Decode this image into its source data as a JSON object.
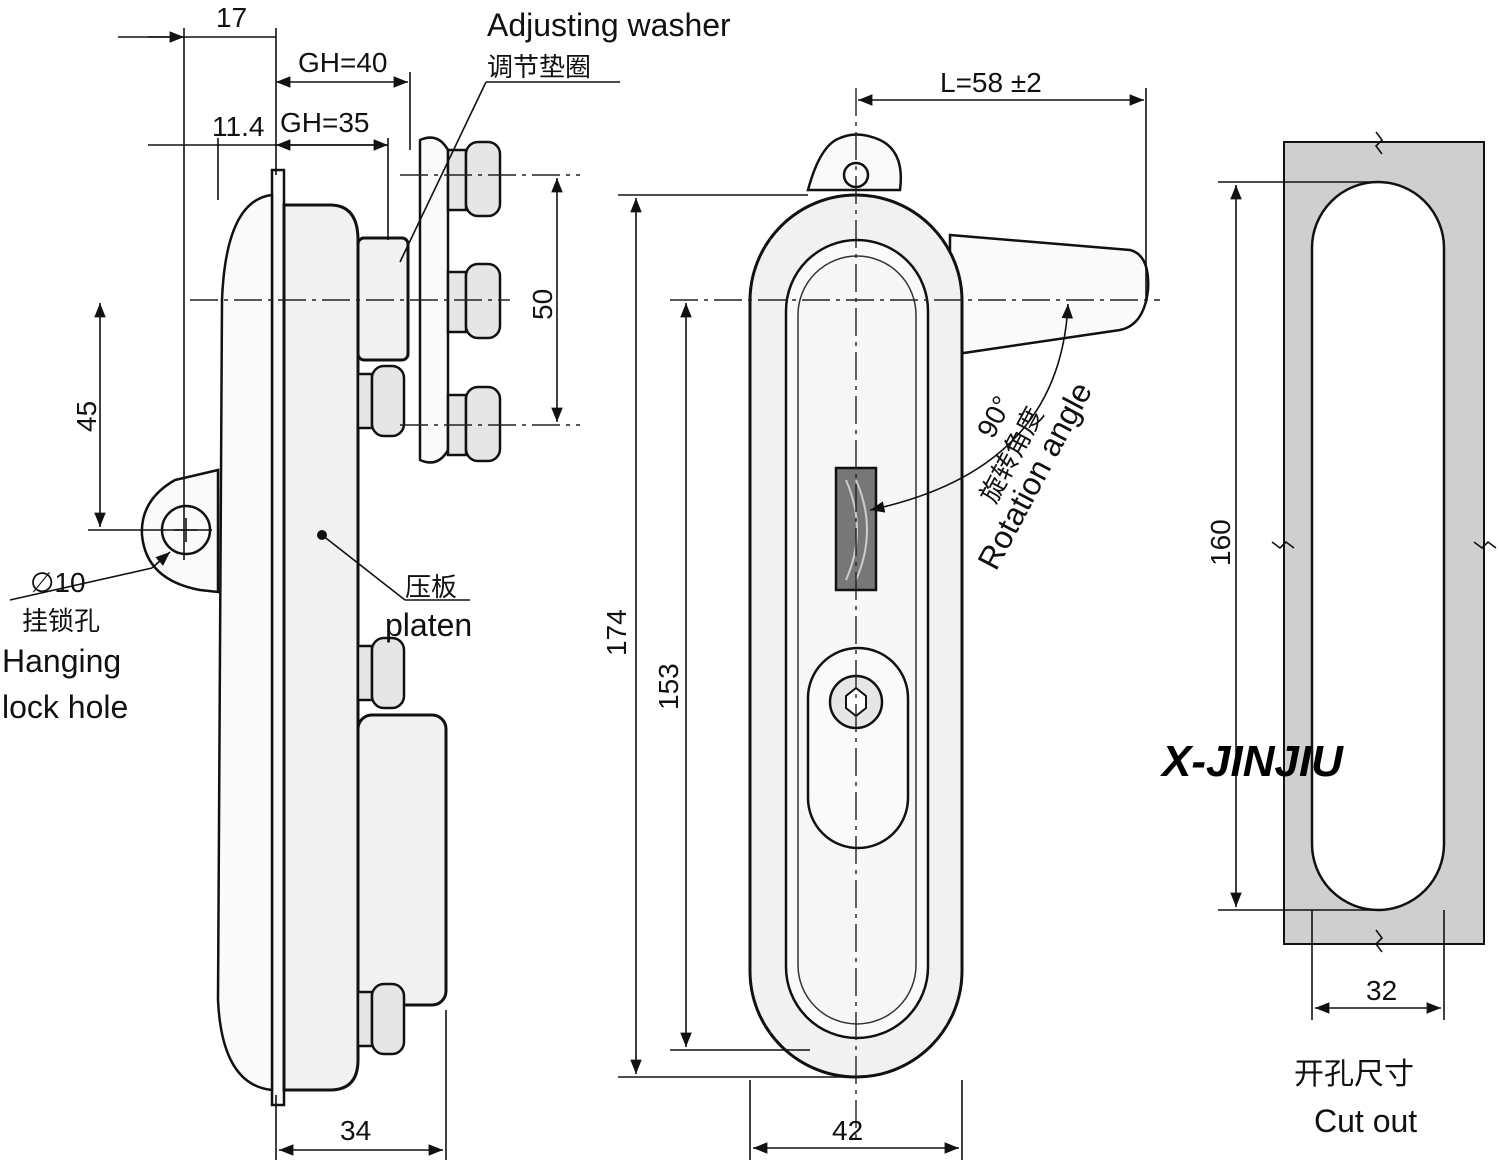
{
  "dimensions": {
    "d17": "17",
    "gh40": "GH=40",
    "gh35": "GH=35",
    "d11_4": "11.4",
    "d50": "50",
    "d45": "45",
    "d34": "34",
    "l58": "L=58 ±2",
    "d174": "174",
    "d153": "153",
    "d42": "42",
    "d160": "160",
    "d32": "32"
  },
  "labels": {
    "washer_en": "Adjusting washer",
    "washer_cn": "调节垫圈",
    "hole_dia": "∅10",
    "hole_cn": "挂锁孔",
    "hole_en_1": "Hanging",
    "hole_en_2": "lock hole",
    "platen_cn": "压板",
    "platen_en": "platen",
    "angle_deg": "90°",
    "angle_cn": "旋转角度",
    "angle_en": "Rotation angle",
    "cutout_cn": "开孔尺寸",
    "cutout_en": "Cut out",
    "brand": "X-JINJIU"
  },
  "colors": {
    "line": "#111111",
    "cutout_fill": "#cfcfcf",
    "body_fill": "#f1f1f1"
  }
}
